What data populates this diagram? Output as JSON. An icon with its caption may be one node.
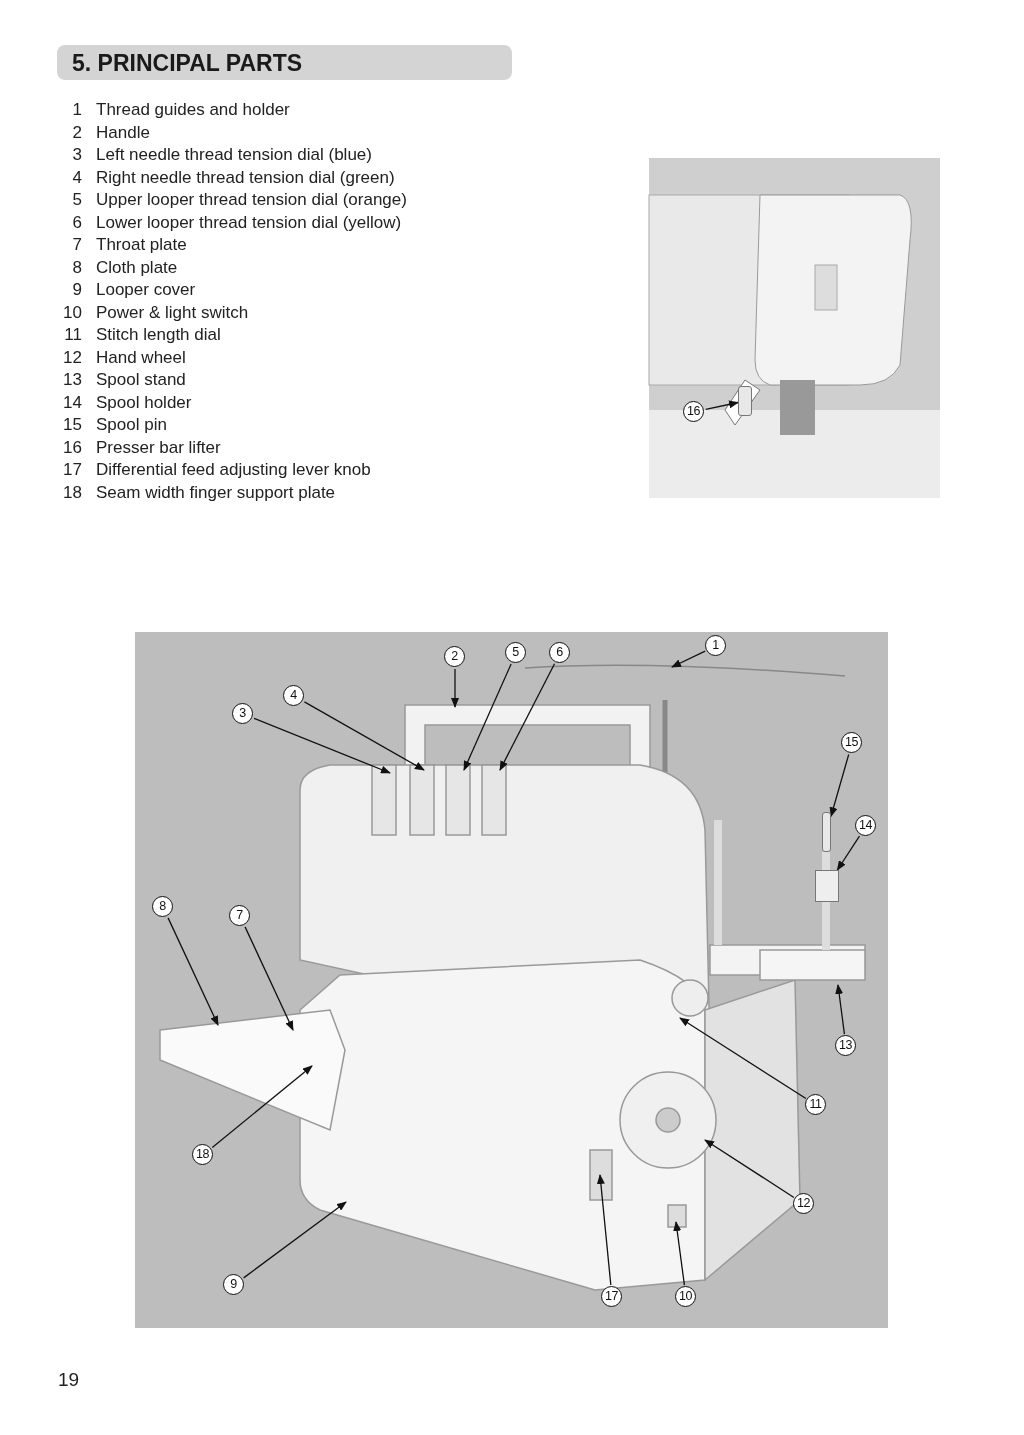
{
  "diagram": {
    "title": "5. PRINCIPAL PARTS",
    "nodes": [
      {
        "text": [
          "16"
        ]
      },
      {
        "text": [
          "2"
        ]
      },
      {
        "text": [
          "5"
        ]
      },
      {
        "text": [
          "6"
        ]
      },
      {
        "text": [
          "1"
        ]
      },
      {
        "text": [
          "4"
        ]
      },
      {
        "text": [
          "3"
        ]
      },
      {
        "text": [
          "15"
        ]
      },
      {
        "text": [
          "14"
        ]
      },
      {
        "text": [
          "8"
        ]
      },
      {
        "text": [
          "7"
        ]
      },
      {
        "text": [
          "13"
        ]
      },
      {
        "text": [
          "11"
        ]
      },
      {
        "text": [
          "18"
        ]
      },
      {
        "text": [
          "12"
        ]
      },
      {
        "text": [
          "9"
        ]
      },
      {
        "text": [
          "17"
        ]
      },
      {
        "text": [
          "10"
        ]
      },
      {
        "text": [],
        "shape": "bar"
      },
      {
        "text": [],
        "shape": "bar"
      },
      {
        "text": [],
        "shape": "box"
      }
    ],
    "edges": [
      {
        "from": 0,
        "to": 18,
        "arrow": "to"
      },
      {
        "from": 1,
        "to": null,
        "arrow": "to"
      },
      {
        "from": 2,
        "to": null,
        "arrow": "to"
      },
      {
        "from": 3,
        "to": null,
        "arrow": "to"
      },
      {
        "from": 4,
        "to": null,
        "arrow": "to"
      },
      {
        "from": 5,
        "to": null,
        "arrow": "to"
      },
      {
        "from": 6,
        "to": null,
        "arrow": "to"
      },
      {
        "from": 7,
        "to": 19,
        "arrow": "to"
      },
      {
        "from": 8,
        "to": 20,
        "arrow": "to"
      },
      {
        "from": 9,
        "to": null,
        "arrow": "to"
      },
      {
        "from": 10,
        "to": null,
        "arrow": "to"
      },
      {
        "from": 11,
        "to": null,
        "arrow": "to"
      },
      {
        "from": 12,
        "to": null,
        "arrow": "to"
      },
      {
        "from": 13,
        "to": null,
        "arrow": "to"
      },
      {
        "from": 14,
        "to": null,
        "arrow": "to"
      },
      {
        "from": 15,
        "to": null,
        "arrow": "to"
      },
      {
        "from": 16,
        "to": null,
        "arrow": "to"
      },
      {
        "from": 17,
        "to": null,
        "arrow": "to"
      }
    ],
    "labels": [
      "1",
      "Thread guides and holder",
      "2",
      "Handle",
      "3",
      "Left needle thread tension dial (blue)",
      "4",
      "Right needle thread tension dial (green)",
      "5",
      "Upper looper thread tension dial (orange)",
      "6",
      "Lower looper thread tension dial (yellow)",
      "7",
      "Throat plate",
      "8",
      "Cloth plate",
      "9",
      "Looper cover",
      "10",
      "Power & light switch",
      "11",
      "Stitch length dial",
      "12",
      "Hand wheel",
      "13",
      "Spool stand",
      "14",
      "Spool holder",
      "15",
      "Spool pin",
      "16",
      "Presser bar lifter",
      "17",
      "Differential feed adjusting lever knob",
      "18",
      "Seam width finger support plate",
      "19"
    ]
  }
}
